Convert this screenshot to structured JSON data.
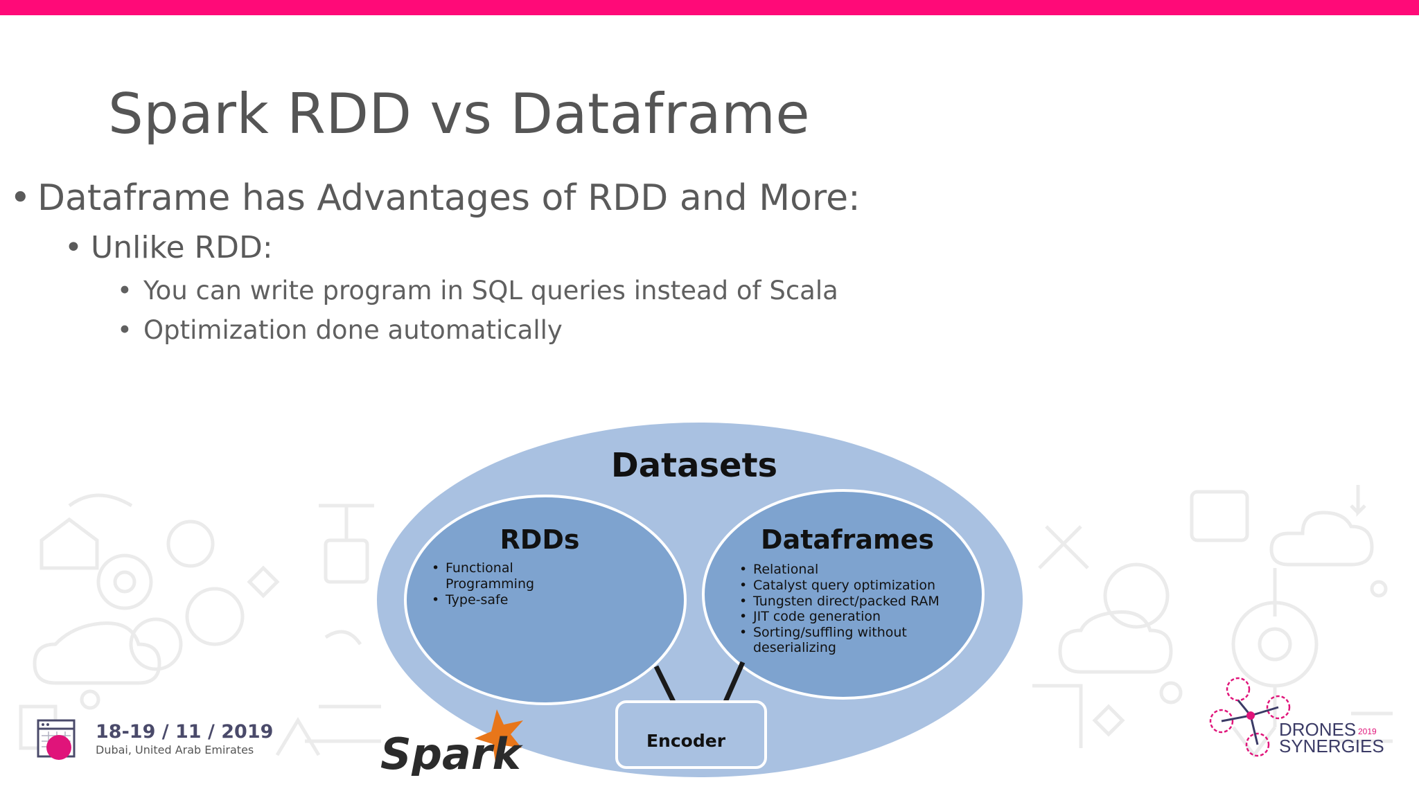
{
  "slide": {
    "title": "Spark RDD vs Dataframe",
    "bullets": [
      {
        "level": 1,
        "text": "Dataframe has Advantages of RDD and More:"
      },
      {
        "level": 2,
        "text": "Unlike RDD:"
      },
      {
        "level": 3,
        "text": "You can write program in SQL queries instead of Scala"
      },
      {
        "level": 3,
        "text": "Optimization done automatically"
      }
    ],
    "bullet_glyph": "•"
  },
  "diagram": {
    "outer_label": "Datasets",
    "rdds": {
      "title": "RDDs",
      "items": [
        "Functional",
        "Programming",
        "Type-safe"
      ]
    },
    "dataframes": {
      "title": "Dataframes",
      "items": [
        "Relational",
        "Catalyst query optimization",
        "Tungsten direct/packed RAM",
        "JIT code generation",
        "Sorting/suffling without",
        "deserializing"
      ]
    },
    "encoder_label": "Encoder",
    "logo_text": "Spark"
  },
  "footer": {
    "date": "18-19 / 11 / 2019",
    "location": "Dubai, United Arab Emirates",
    "brand_line1": "DRONES",
    "brand_line2": "SYNERGIES",
    "brand_year": "2019"
  },
  "colors": {
    "top_bar": "#ff0a78",
    "outer_ellipse": "#a9c1e1",
    "inner_circle": "#7ea3cf",
    "brand_pink": "#e0147a",
    "spark_orange": "#e8761a"
  }
}
